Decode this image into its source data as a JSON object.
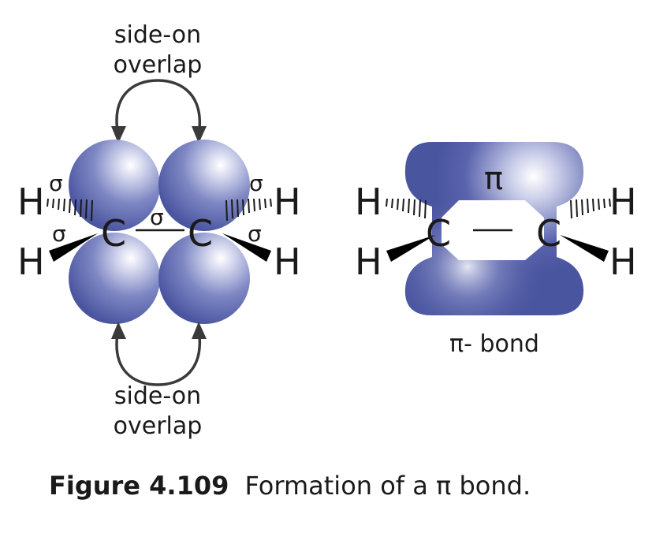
{
  "left_diagram": {
    "top_label_line1": "side-on",
    "top_label_line2": "overlap",
    "bottom_label_line1": "side-on",
    "bottom_label_line2": "overlap",
    "hydrogen": "H",
    "carbon": "C",
    "sigma": "σ"
  },
  "right_diagram": {
    "pi_symbol": "π",
    "hydrogen": "H",
    "carbon": "C",
    "label": "π- bond"
  },
  "caption": {
    "figure_number": "Figure 4.109",
    "text": "Formation of a π bond."
  },
  "colors": {
    "orbital_dark": "#4a55a0",
    "orbital_light": "#ffffff",
    "arrow": "#3a3a3a",
    "text": "#1a1a1a"
  }
}
